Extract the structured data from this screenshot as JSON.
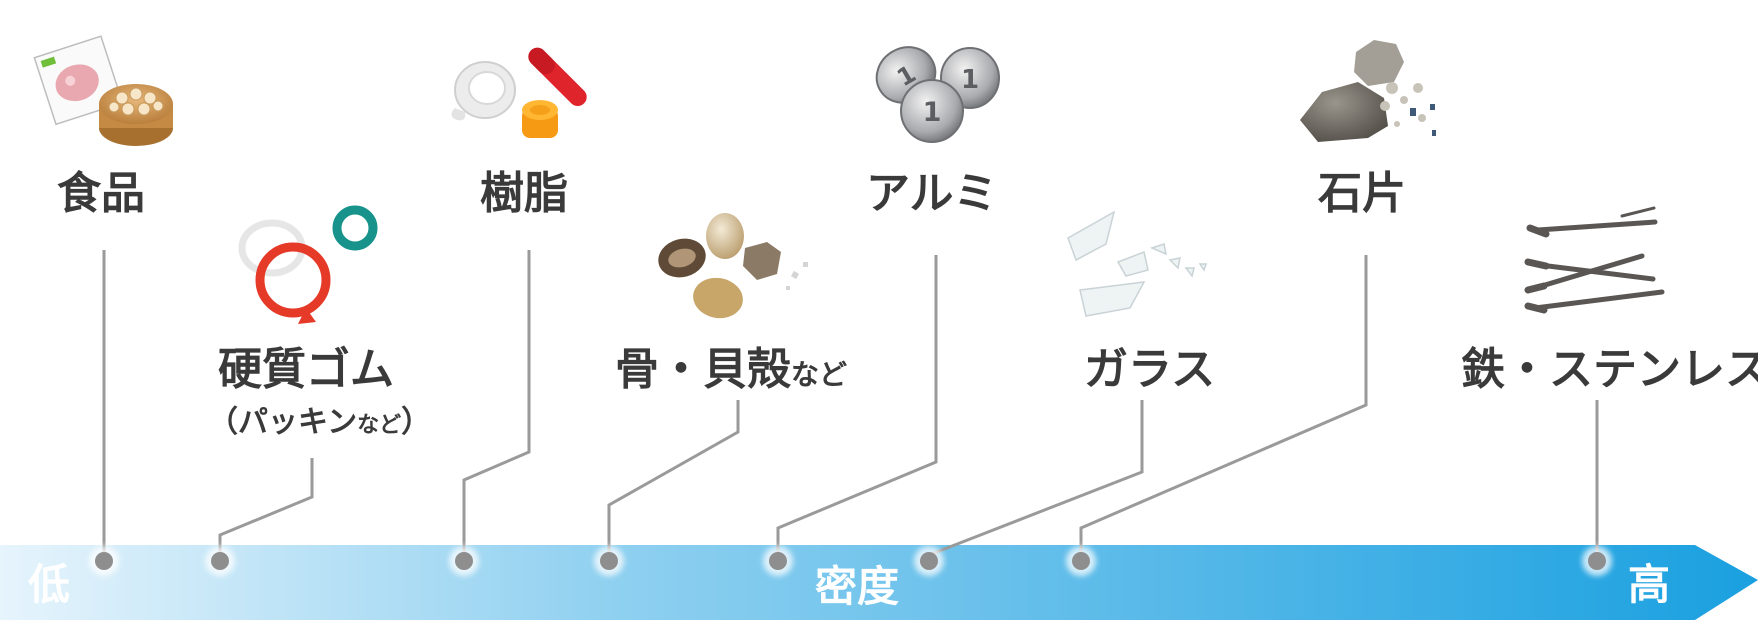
{
  "axis": {
    "low_label": "低",
    "center_label": "密度",
    "high_label": "高",
    "color_start": "#e6f4fc",
    "color_end": "#1aa0e0"
  },
  "items": [
    {
      "id": "food",
      "label": "食品",
      "icon": "dumpling-steamer-icon"
    },
    {
      "id": "hard-rubber",
      "label": "硬質ゴム",
      "sub_label_main": "（パッキン",
      "sub_label_small": "など",
      "sub_label_close": "）",
      "icon": "rubber-rings-icon"
    },
    {
      "id": "resin",
      "label": "樹脂",
      "icon": "plastic-caps-icon"
    },
    {
      "id": "bone-shell",
      "label": "骨・貝殻",
      "label_small": "など",
      "icon": "shells-icon"
    },
    {
      "id": "aluminum",
      "label": "アルミ",
      "icon": "coins-icon"
    },
    {
      "id": "glass",
      "label": "ガラス",
      "icon": "glass-shards-icon"
    },
    {
      "id": "stone",
      "label": "石片",
      "icon": "stones-icon"
    },
    {
      "id": "iron-stainless",
      "label": "鉄・ステンレス",
      "icon": "nails-icon"
    }
  ]
}
